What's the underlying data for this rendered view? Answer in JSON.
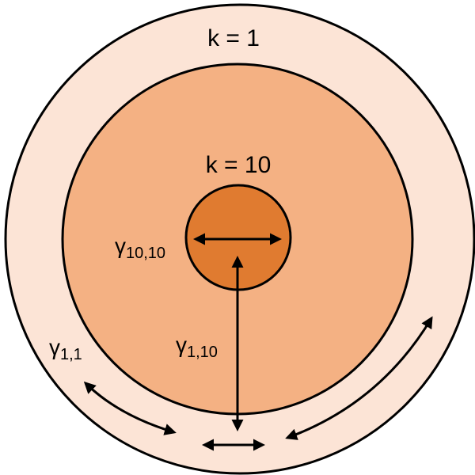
{
  "labels": {
    "outer_k": "k = 1",
    "inner_k": "k = 10",
    "gamma_10_10": {
      "base": "γ",
      "sub": "10,10"
    },
    "gamma_1_10": {
      "base": "γ",
      "sub": "1,10"
    },
    "gamma_1_1": {
      "base": "γ",
      "sub": "1,1"
    }
  },
  "colors": {
    "outer_ring": "#FCE4D6",
    "middle_disk": "#F4B183",
    "inner_disk": "#E07B30",
    "stroke": "#000000"
  }
}
